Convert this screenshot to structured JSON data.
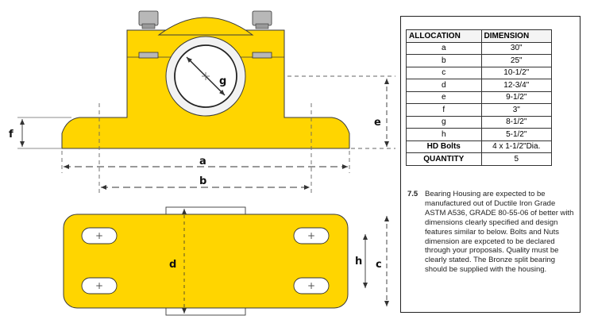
{
  "drawing": {
    "labels": {
      "a": "a",
      "b": "b",
      "c": "c",
      "d": "d",
      "e": "e",
      "f": "f",
      "g": "g",
      "h": "h"
    },
    "colors": {
      "housing": "#FFD500",
      "outline": "#3a3a3a",
      "bolt": "#b8b8b8",
      "slot": "#ffffff"
    }
  },
  "spec_table": {
    "headers": [
      "ALLOCATION",
      "DIMENSION"
    ],
    "rows": [
      {
        "allocation": "a",
        "dimension": "30\""
      },
      {
        "allocation": "b",
        "dimension": "25\""
      },
      {
        "allocation": "c",
        "dimension": "10-1/2\""
      },
      {
        "allocation": "d",
        "dimension": "12-3/4\""
      },
      {
        "allocation": "e",
        "dimension": "9-1/2\""
      },
      {
        "allocation": "f",
        "dimension": "3\""
      },
      {
        "allocation": "g",
        "dimension": "8-1/2\""
      },
      {
        "allocation": "h",
        "dimension": "5-1/2\""
      },
      {
        "allocation": "HD Bolts",
        "dimension": "4 x 1-1/2\"Dia."
      },
      {
        "allocation": "QUANTITY",
        "dimension": "5"
      }
    ]
  },
  "note": {
    "number": "7.5",
    "text": "Bearing Housing  are expected to be manufactured out of Ductile Iron Grade ASTM A536, GRADE 80-55-06 of better  with dimensions clearly specified and design features similar to below. Bolts and Nuts dimension are expceted to be declared through your proposals. Quality must be clearly stated. The Bronze split bearing should be supplied with the housing."
  }
}
